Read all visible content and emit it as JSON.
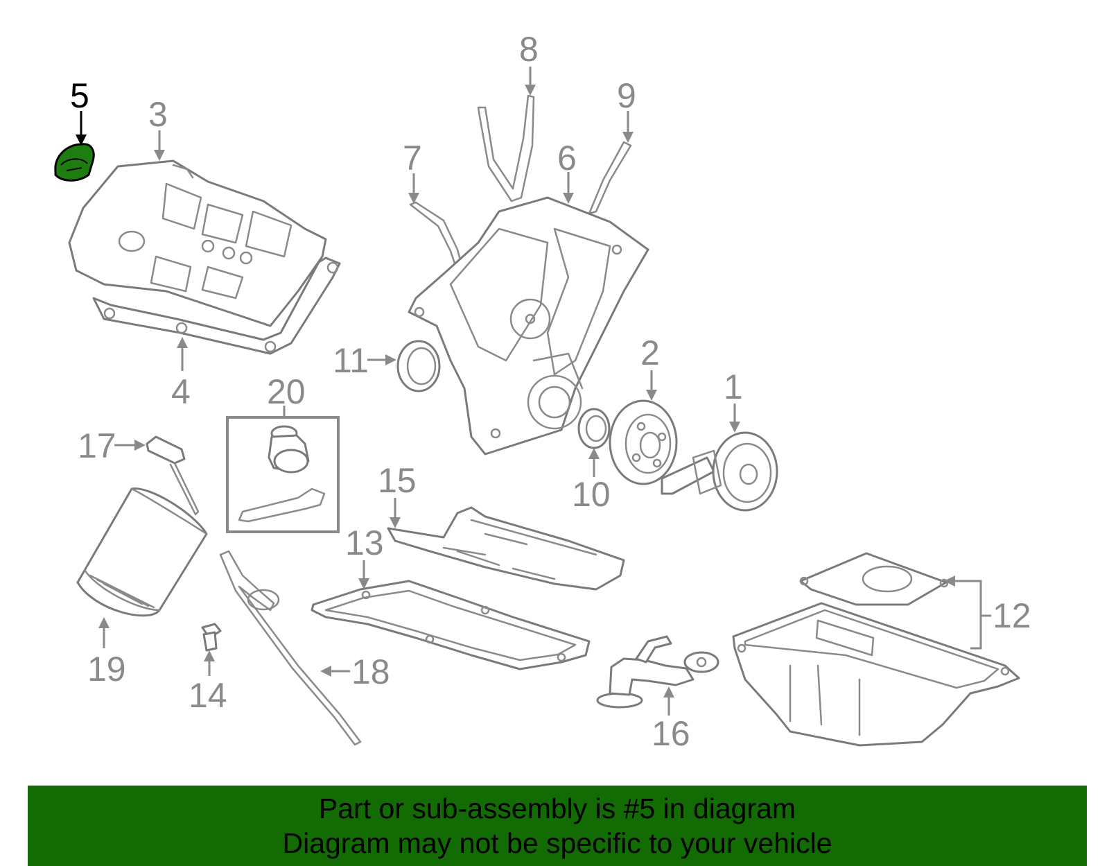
{
  "callouts": [
    {
      "id": "1",
      "text": "1"
    },
    {
      "id": "2",
      "text": "2"
    },
    {
      "id": "3",
      "text": "3"
    },
    {
      "id": "4",
      "text": "4"
    },
    {
      "id": "5",
      "text": "5"
    },
    {
      "id": "6",
      "text": "6"
    },
    {
      "id": "7",
      "text": "7"
    },
    {
      "id": "8",
      "text": "8"
    },
    {
      "id": "9",
      "text": "9"
    },
    {
      "id": "10",
      "text": "10"
    },
    {
      "id": "11",
      "text": "11"
    },
    {
      "id": "12",
      "text": "12"
    },
    {
      "id": "13",
      "text": "13"
    },
    {
      "id": "14",
      "text": "14"
    },
    {
      "id": "15",
      "text": "15"
    },
    {
      "id": "16",
      "text": "16"
    },
    {
      "id": "17",
      "text": "17"
    },
    {
      "id": "18",
      "text": "18"
    },
    {
      "id": "19",
      "text": "19"
    },
    {
      "id": "20",
      "text": "20"
    }
  ],
  "highlighted_part": "5",
  "colors": {
    "highlight": "#1e7d10",
    "banner": "#136b04",
    "line": "#8a8a8a"
  },
  "banner": {
    "line1": "Part or sub-assembly is #5 in diagram",
    "line2": "Diagram may not be specific to your vehicle"
  }
}
